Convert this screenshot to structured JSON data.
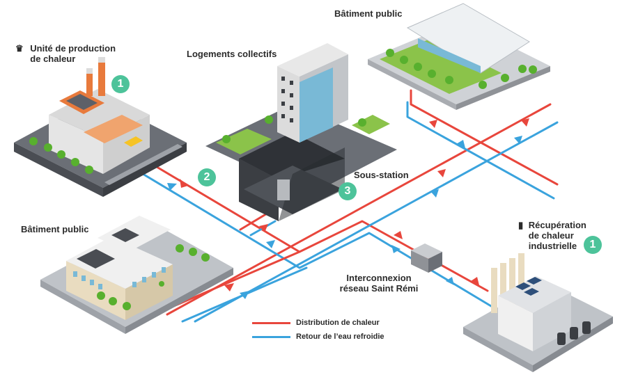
{
  "colors": {
    "distribution": "#e8463c",
    "return": "#3aa3dd",
    "badge": "#4dc39a",
    "ground": "#7b7f86",
    "ground_light": "#d7d9dc",
    "grass": "#8bc34a",
    "tree": "#58b02e",
    "brick": "#e87a3c"
  },
  "labels": {
    "production": "Unité de production\nde chaleur",
    "public_top": "Bâtiment public",
    "collective": "Logements collectifs",
    "substation": "Sous-station",
    "public_left": "Bâtiment public",
    "interconnect": "Interconnexion\nréseau Saint Rémi",
    "recovery": "Récupération\nde chaleur\nindustrielle"
  },
  "badges": {
    "production": "1",
    "pipes": "2",
    "substation": "3",
    "recovery": "1"
  },
  "legend": {
    "distribution": "Distribution de chaleur",
    "return": "Retour de l’eau refroidie"
  },
  "icons": {
    "production": "factory-crown-icon",
    "recovery": "bottle-icon"
  }
}
